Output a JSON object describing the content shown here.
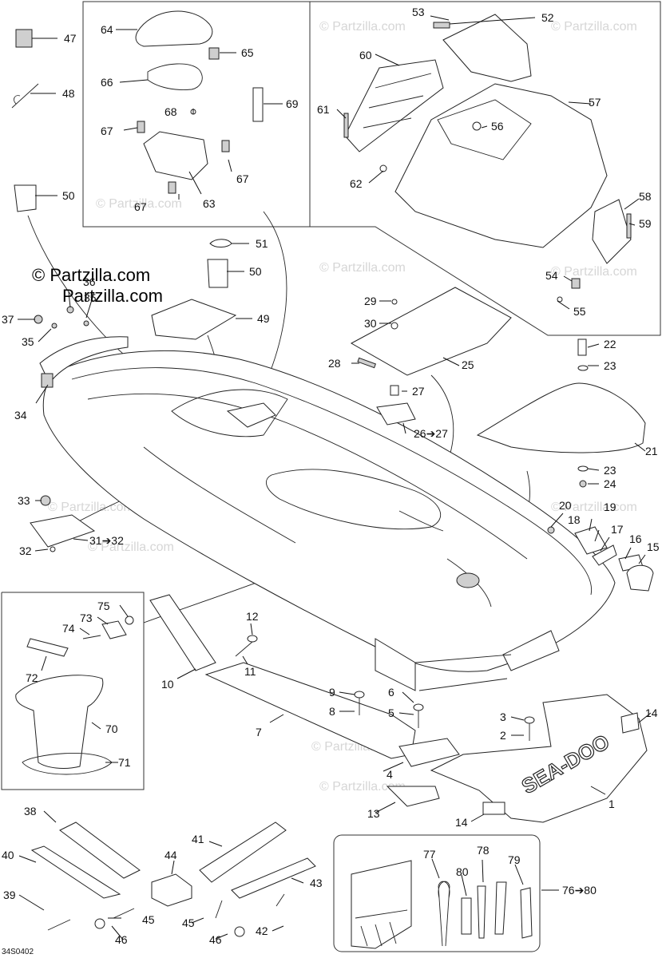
{
  "diagram_code": "34S0402",
  "watermark": "© Partzilla.com",
  "watermark_faint": "© Partzilla.com",
  "model_logo": "SEA-DOO",
  "callouts": {
    "c1": "1",
    "c2": "2",
    "c3": "3",
    "c4": "4",
    "c5": "5",
    "c6": "6",
    "c7": "7",
    "c8": "8",
    "c9": "9",
    "c10": "10",
    "c11": "11",
    "c12": "12",
    "c13": "13",
    "c14a": "14",
    "c14b": "14",
    "c15": "15",
    "c16": "16",
    "c17": "17",
    "c18": "18",
    "c19": "19",
    "c20": "20",
    "c21": "21",
    "c22": "22",
    "c23a": "23",
    "c23b": "23",
    "c24": "24",
    "c25": "25",
    "c26": "26➔27",
    "c27": "27",
    "c28": "28",
    "c29": "29",
    "c30": "30",
    "c31": "31➔32",
    "c32": "32",
    "c33": "33",
    "c34": "34",
    "c35a": "35",
    "c35b": "35",
    "c36": "36",
    "c37": "37",
    "c38": "38",
    "c39": "39",
    "c40": "40",
    "c41": "41",
    "c42": "42",
    "c43": "43",
    "c44": "44",
    "c45a": "45",
    "c45b": "45",
    "c46a": "46",
    "c46b": "46",
    "c47": "47",
    "c48": "48",
    "c49": "49",
    "c50a": "50",
    "c50b": "50",
    "c51": "51",
    "c52": "52",
    "c53": "53",
    "c54": "54",
    "c55": "55",
    "c56": "56",
    "c57": "57",
    "c58": "58",
    "c59": "59",
    "c60": "60",
    "c61": "61",
    "c62": "62",
    "c63": "63",
    "c64": "64",
    "c65": "65",
    "c66": "66",
    "c67a": "67",
    "c67b": "67",
    "c67c": "67",
    "c68": "68",
    "c69": "69",
    "c70": "70",
    "c71": "71",
    "c72": "72",
    "c73": "73",
    "c74": "74",
    "c75": "75",
    "c76": "76➔80",
    "c77": "77",
    "c78": "78",
    "c79": "79",
    "c80": "80"
  }
}
